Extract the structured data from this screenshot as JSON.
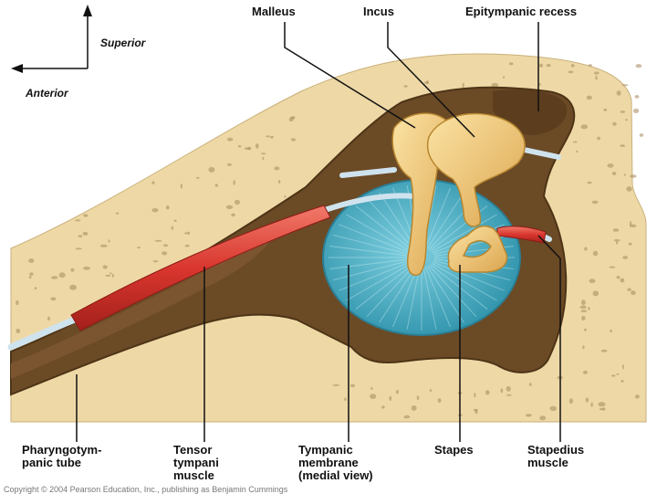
{
  "orientation": {
    "superior": "Superior",
    "anterior": "Anterior"
  },
  "labels": {
    "malleus": "Malleus",
    "incus": "Incus",
    "epitympanic_recess": "Epitympanic recess",
    "pharyngotympanic_tube": "Pharyngotym-\npanic tube",
    "tensor_tympani": "Tensor\ntympani\nmuscle",
    "tympanic_membrane": "Tympanic\nmembrane\n(medial view)",
    "stapes": "Stapes",
    "stapedius": "Stapedius\nmuscle"
  },
  "footer": {
    "copyright": "Copyright © 2004 Pearson Education, Inc., publishing as Benjamin Cummings"
  },
  "colors": {
    "bone": "#eed9a6",
    "bone_pore": "#a6885a",
    "cavity": "#6b4a26",
    "cavity_edge": "#4e3417",
    "membrane": "#4fb3c8",
    "ossicle": "#f0c873",
    "muscle": "#d9362e",
    "tendon": "#cfe3ee"
  }
}
